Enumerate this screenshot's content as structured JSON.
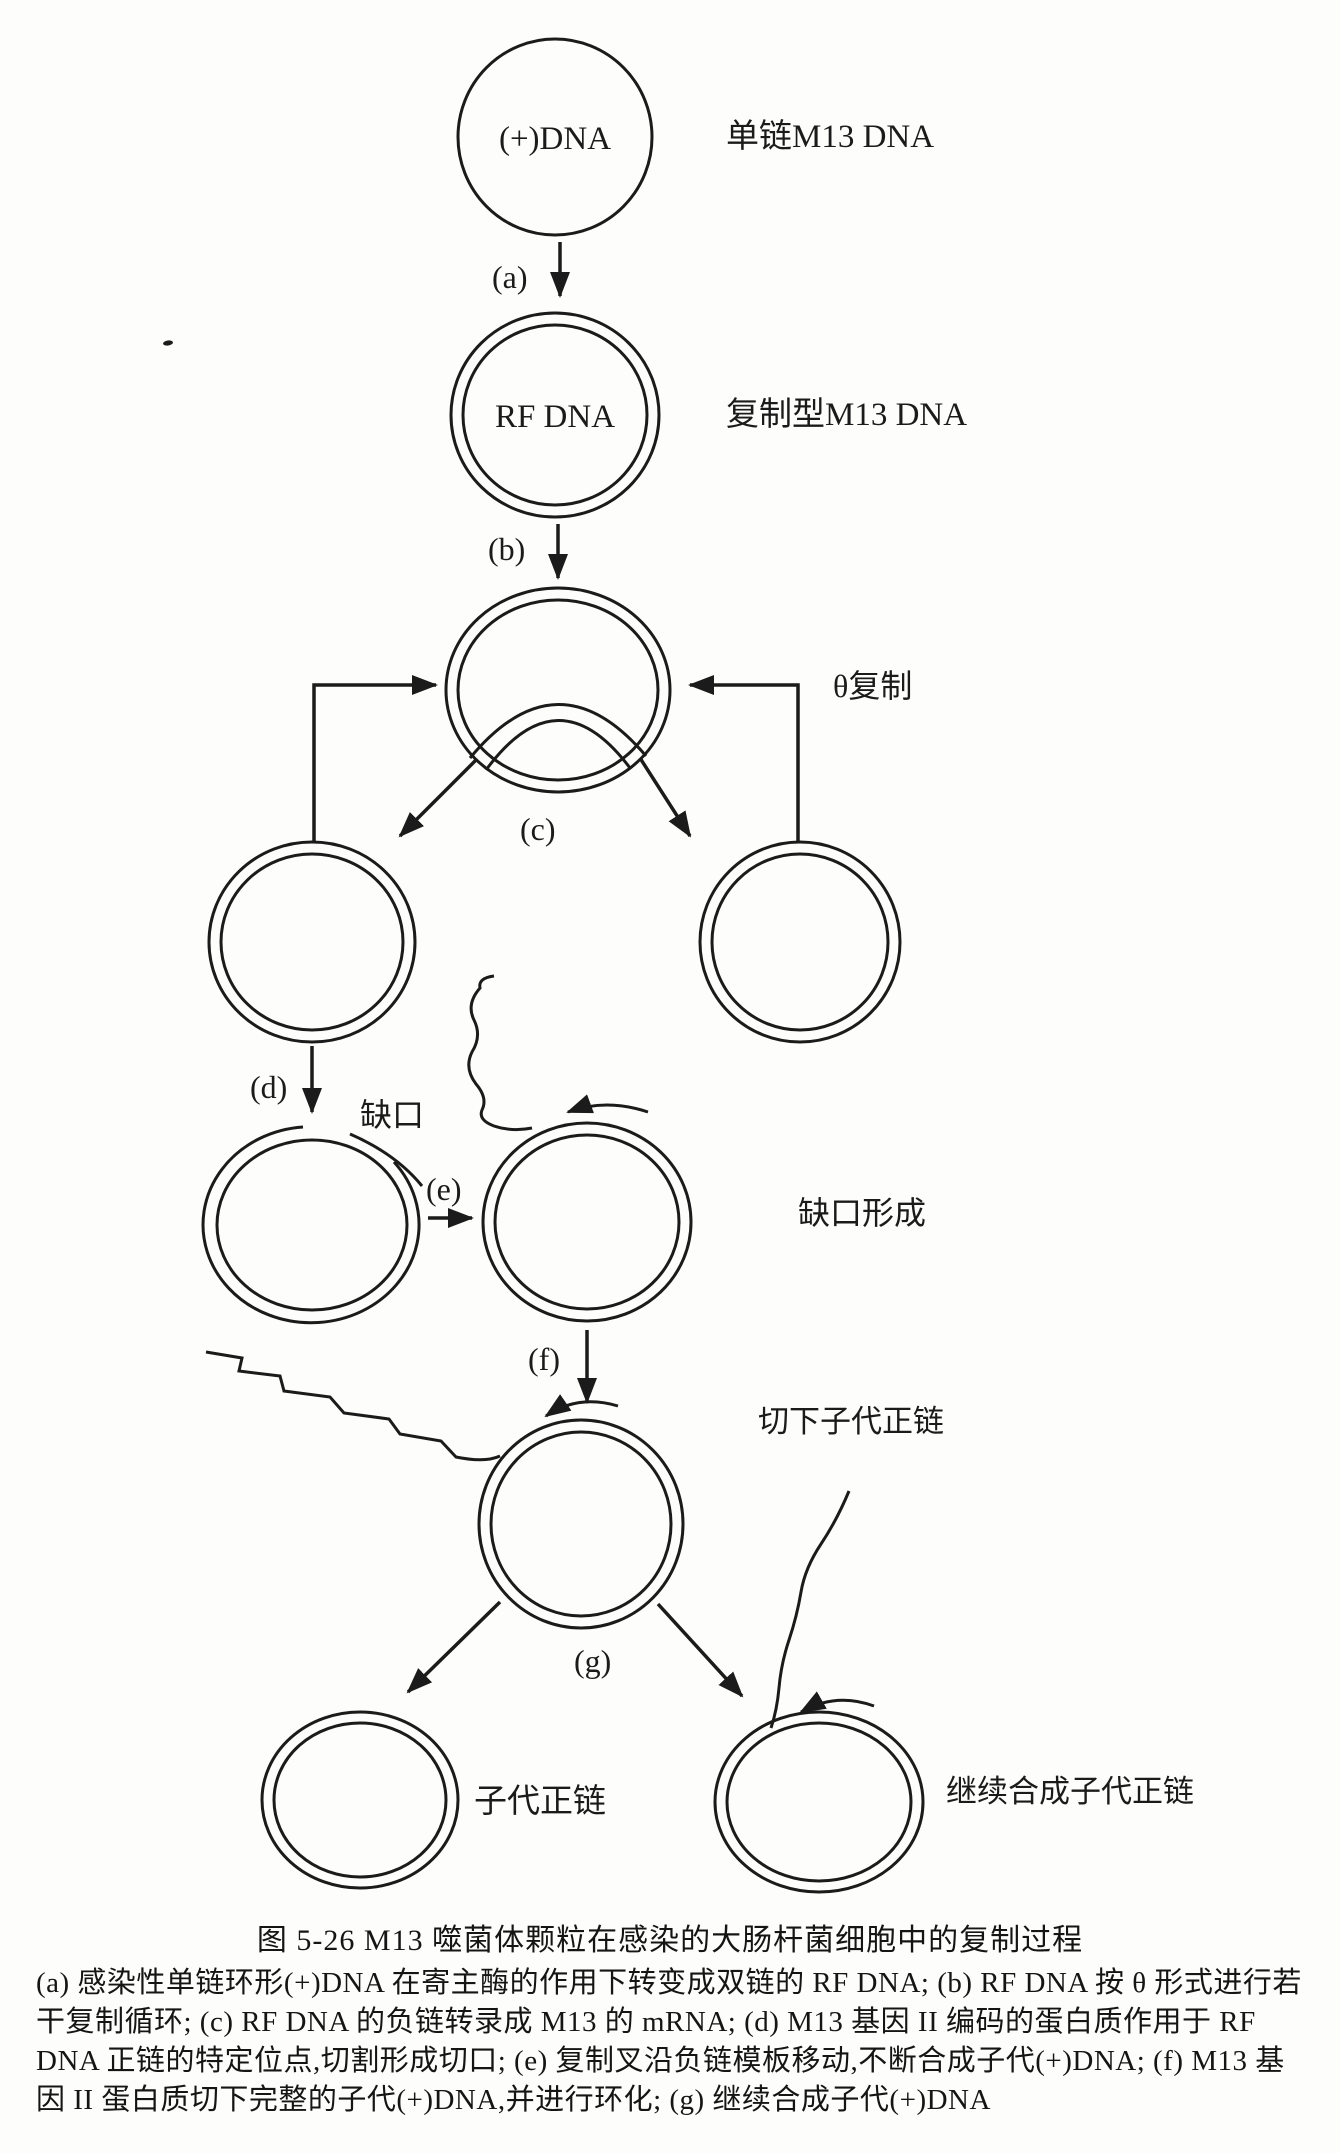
{
  "figure": {
    "nodes": {
      "ssdna_text": "(+)DNA",
      "rf_text": "RF DNA"
    },
    "labels": {
      "ssdna": "单链M13 DNA",
      "rf": "复制型M13 DNA",
      "theta": "θ复制",
      "nick": "缺口",
      "nick_formation": "缺口形成",
      "cut_progeny": "切下子代正链",
      "progeny": "子代正链",
      "continue_synthesis": "继续合成子代正链"
    },
    "steps": {
      "a": "(a)",
      "b": "(b)",
      "c": "(c)",
      "d": "(d)",
      "e": "(e)",
      "f": "(f)",
      "g": "(g)"
    }
  },
  "caption": {
    "title": "图 5-26  M13 噬菌体颗粒在感染的大肠杆菌细胞中的复制过程",
    "lines": [
      "(a) 感染性单链环形(+)DNA 在寄主酶的作用下转变成双链的 RF DNA; (b) RF DNA 按 θ 形式进行若",
      "干复制循环; (c) RF DNA 的负链转录成 M13 的 mRNA; (d) M13 基因 II 编码的蛋白质作用于 RF",
      "DNA 正链的特定位点,切割形成切口; (e) 复制叉沿负链模板移动,不断合成子代(+)DNA; (f) M13 基",
      "因 II 蛋白质切下完整的子代(+)DNA,并进行环化; (g) 继续合成子代(+)DNA"
    ]
  },
  "colors": {
    "ink": "#1b1b1b",
    "paper": "#fdfdfb"
  }
}
